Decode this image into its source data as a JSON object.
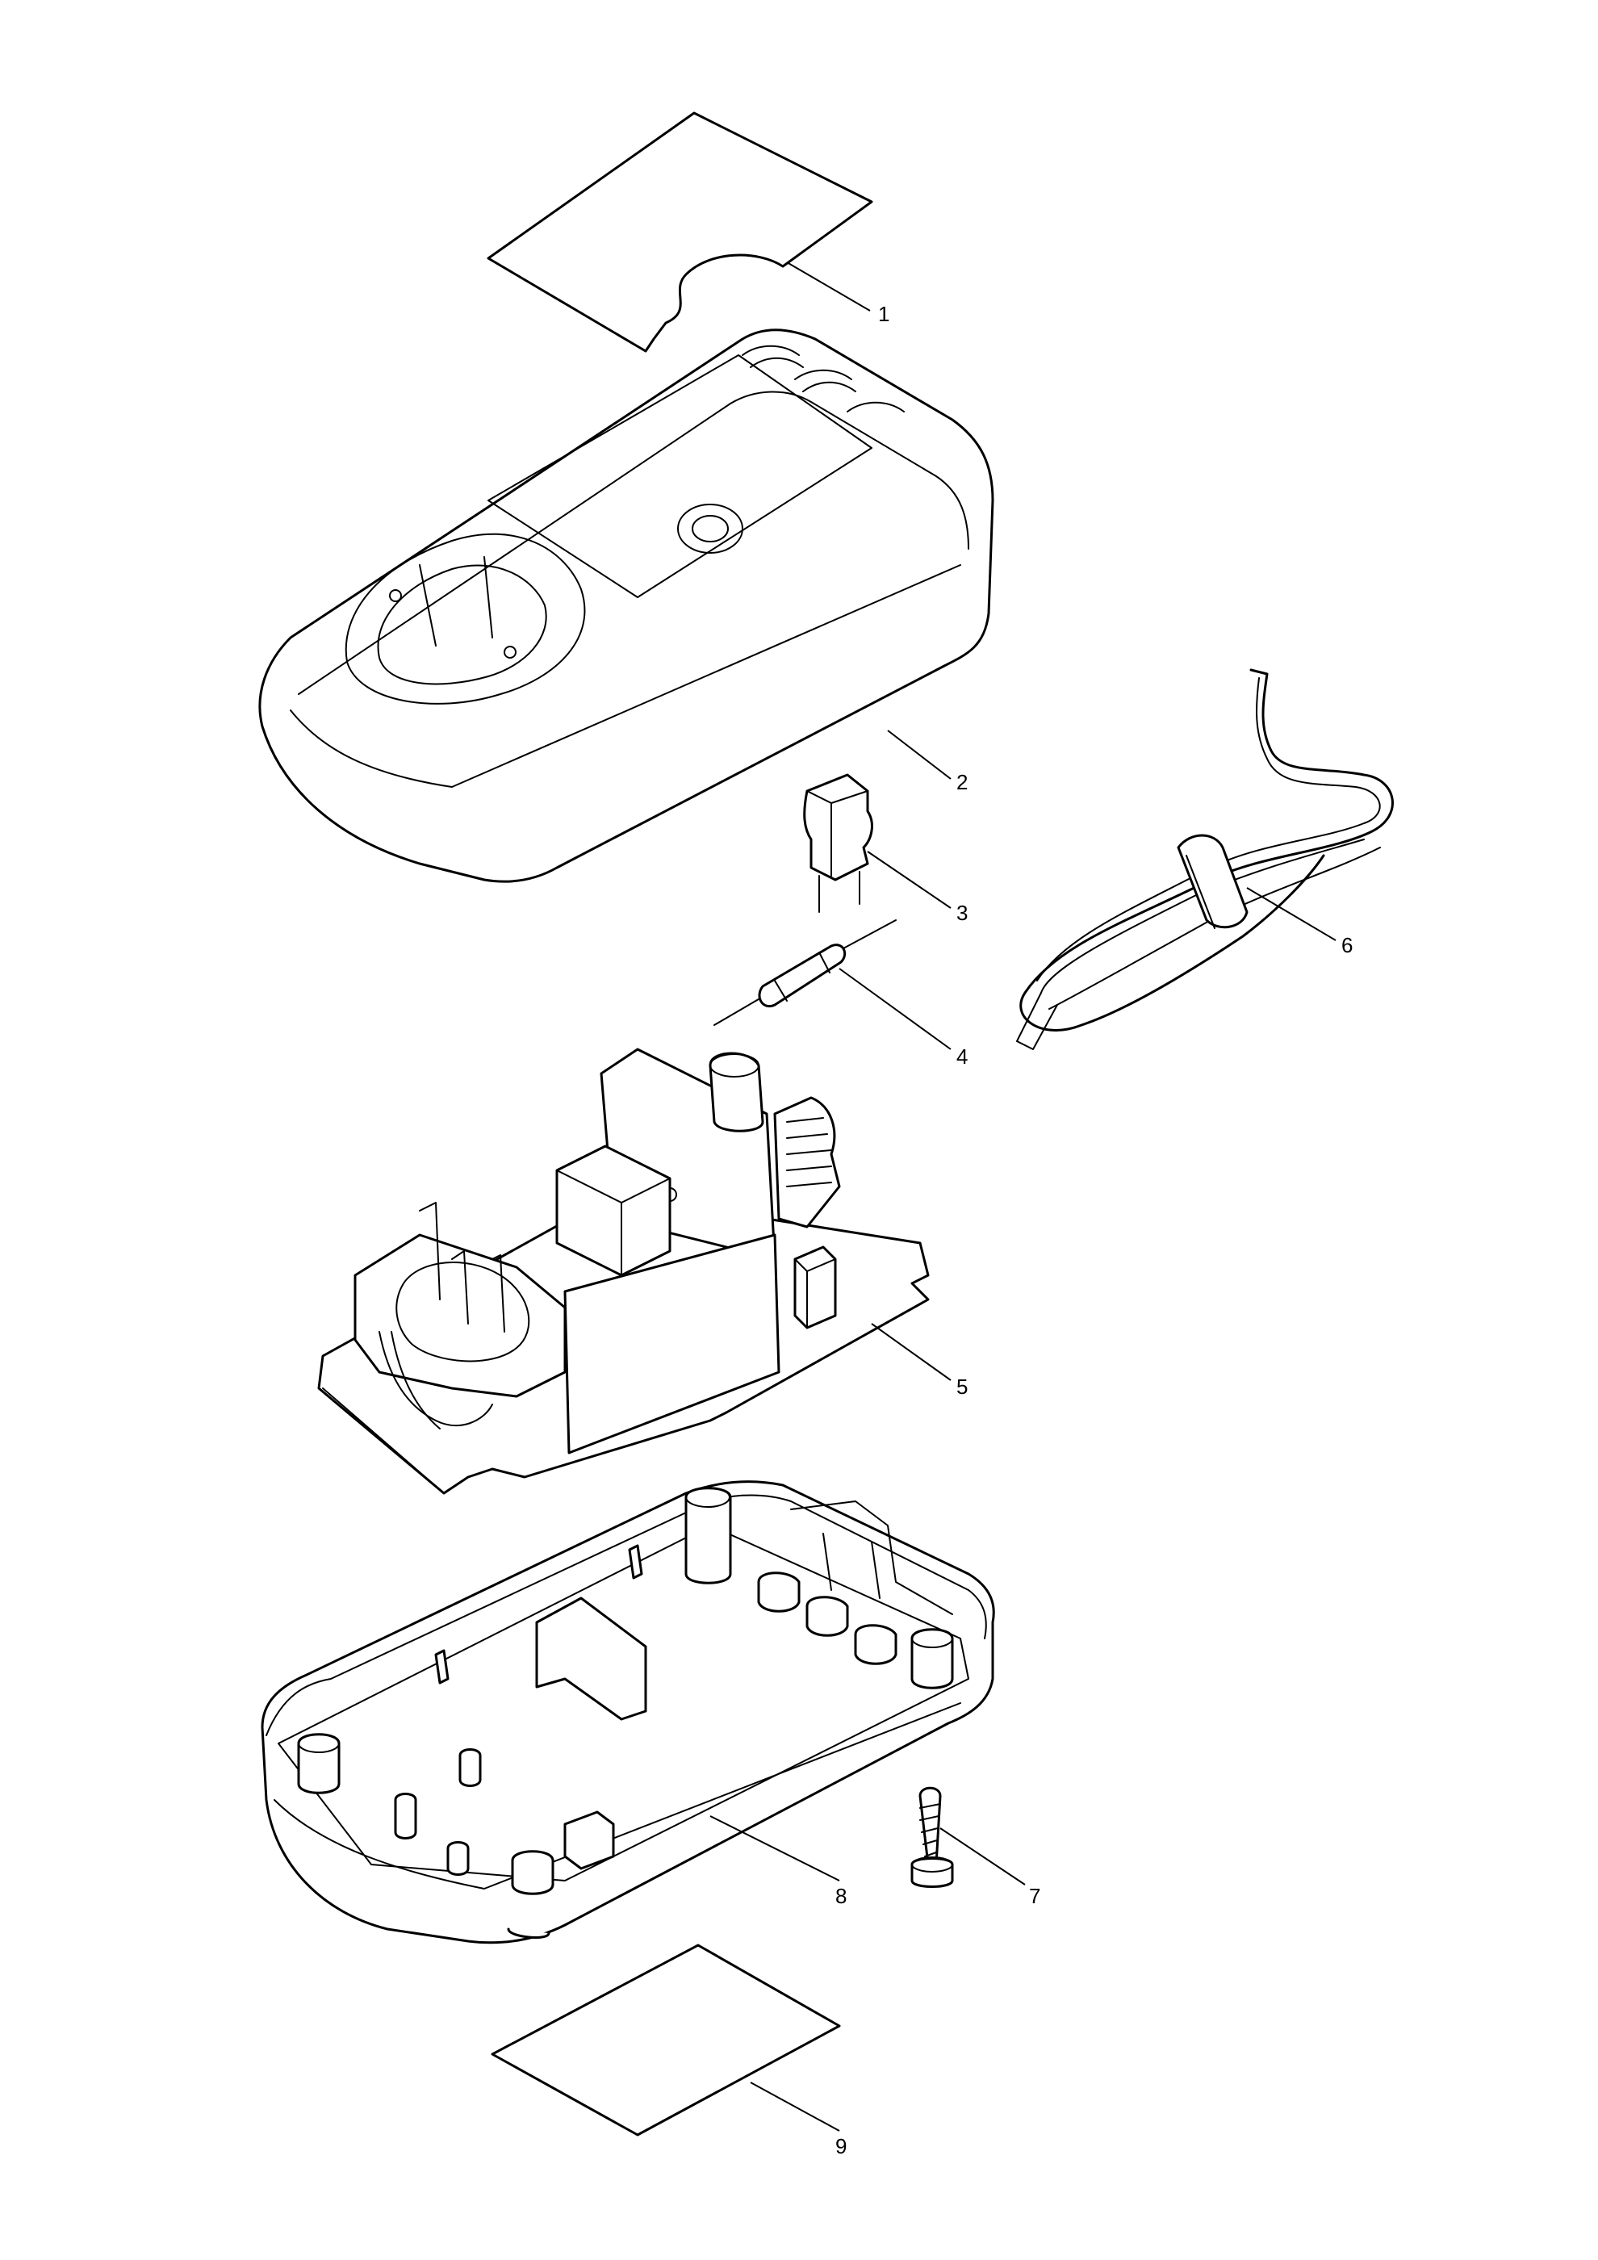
{
  "callouts": [
    {
      "id": "1",
      "part": "label-sticker-top"
    },
    {
      "id": "2",
      "part": "upper-housing"
    },
    {
      "id": "3",
      "part": "terminal-block"
    },
    {
      "id": "4",
      "part": "fuse"
    },
    {
      "id": "5",
      "part": "circuit-board-assembly"
    },
    {
      "id": "6",
      "part": "power-cord"
    },
    {
      "id": "7",
      "part": "tapping-screw"
    },
    {
      "id": "8",
      "part": "lower-housing"
    },
    {
      "id": "9",
      "part": "label-sticker-bottom"
    }
  ],
  "colors": {
    "line": "#000000",
    "background": "#ffffff"
  }
}
